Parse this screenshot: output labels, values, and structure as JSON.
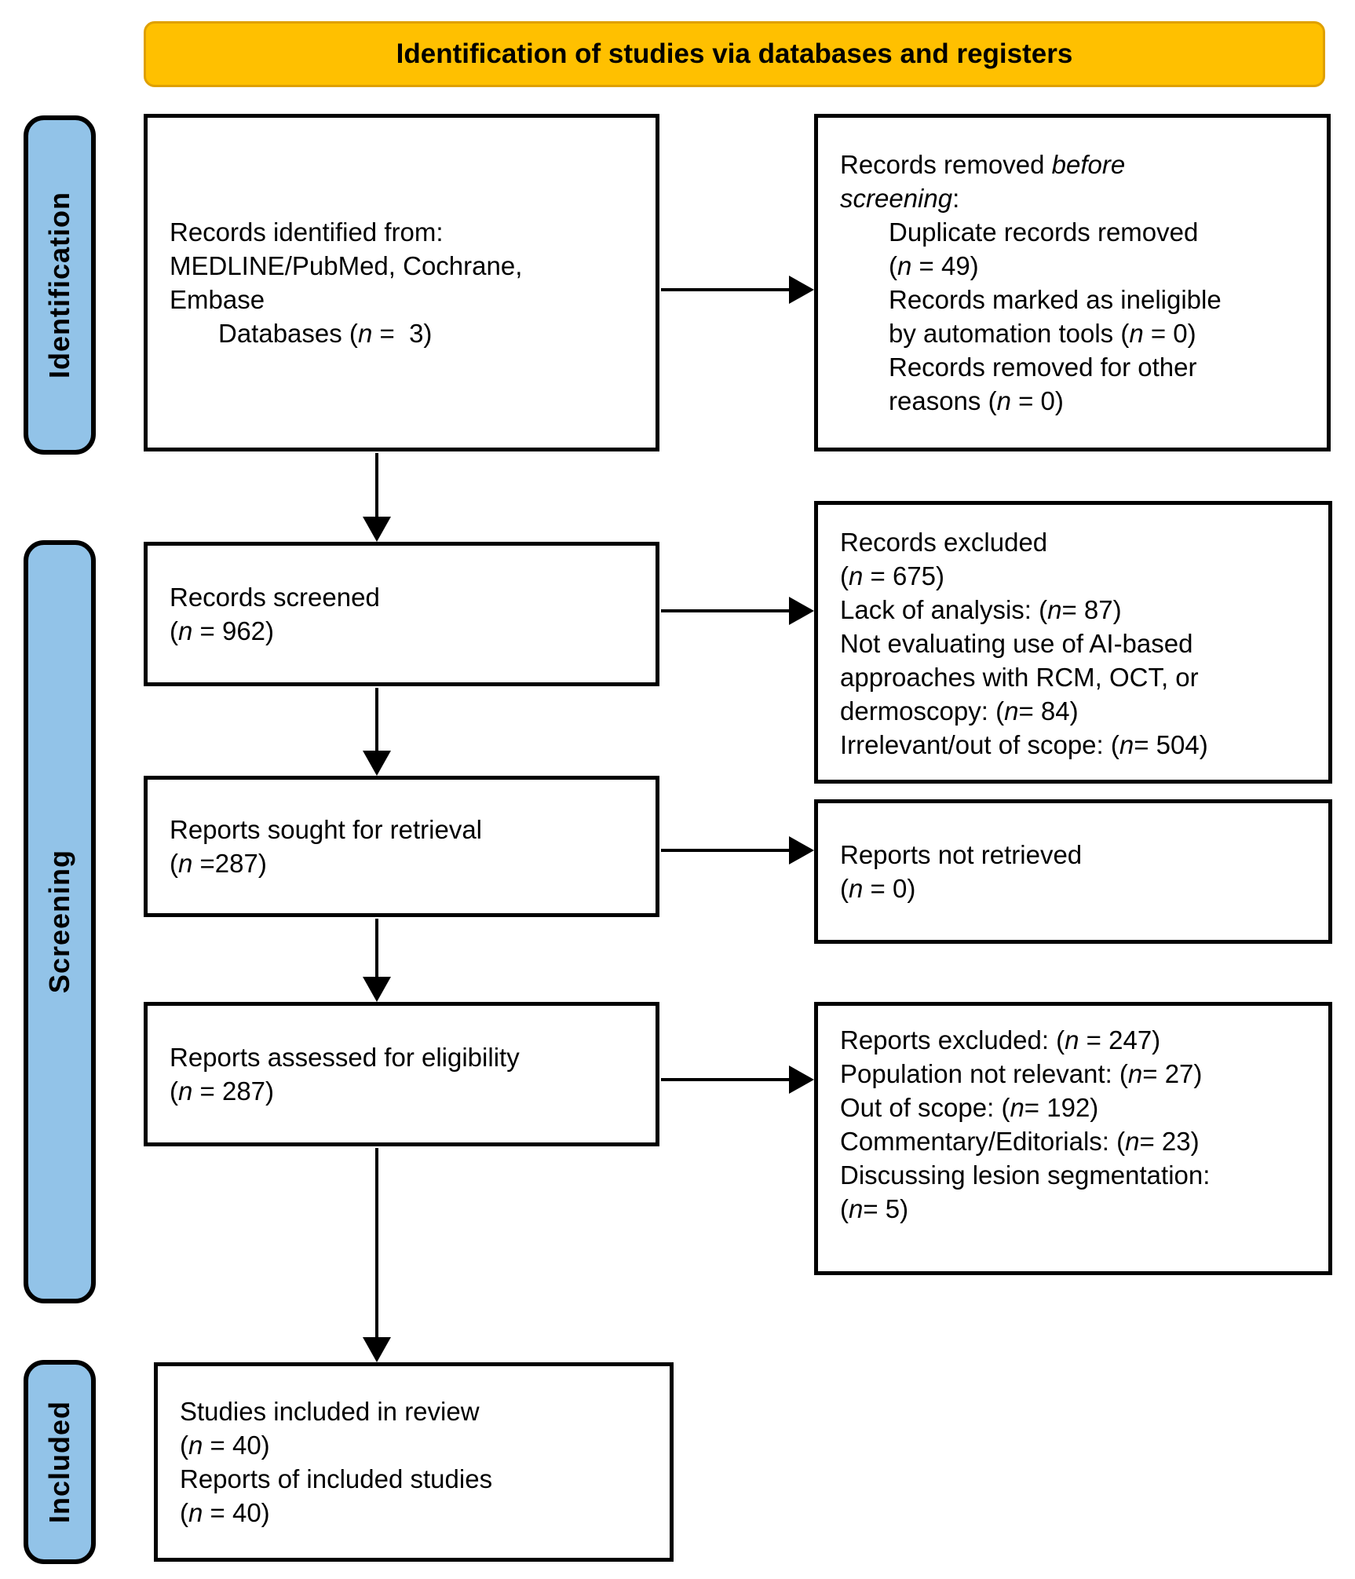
{
  "header": {
    "title": "Identification of studies via databases and registers"
  },
  "stages": [
    {
      "label": "Identification"
    },
    {
      "label": "Screening"
    },
    {
      "label": "Included"
    }
  ],
  "colors": {
    "banner_bg": "#FFC000",
    "banner_border": "#DFA000",
    "stage_bg": "#92C3E8",
    "stage_border": "#000000",
    "box_bg": "#FFFFFF",
    "box_border": "#000000",
    "arrow": "#000000",
    "text": "#000000"
  },
  "boxes": [
    {
      "id": "records-identified",
      "lines": [
        {
          "segments": [
            {
              "t": "Records identified from:"
            }
          ]
        },
        {
          "segments": [
            {
              "t": "MEDLINE/PubMed, Cochrane,"
            }
          ]
        },
        {
          "segments": [
            {
              "t": "Embase"
            }
          ]
        },
        {
          "indent": true,
          "segments": [
            {
              "t": "Databases ("
            },
            {
              "t": "n",
              "i": true
            },
            {
              "t": " =  3)"
            }
          ]
        }
      ]
    },
    {
      "id": "records-removed",
      "lines": [
        {
          "segments": [
            {
              "t": "Records removed "
            },
            {
              "t": "before",
              "i": true
            }
          ]
        },
        {
          "segments": [
            {
              "t": "screening",
              "i": true
            },
            {
              "t": ":"
            }
          ]
        },
        {
          "indent": true,
          "segments": [
            {
              "t": "Duplicate records removed"
            }
          ]
        },
        {
          "indent": true,
          "segments": [
            {
              "t": "("
            },
            {
              "t": "n",
              "i": true
            },
            {
              "t": " = 49)"
            }
          ]
        },
        {
          "indent": true,
          "segments": [
            {
              "t": "Records marked as ineligible"
            }
          ]
        },
        {
          "indent": true,
          "segments": [
            {
              "t": "by automation tools ("
            },
            {
              "t": "n",
              "i": true
            },
            {
              "t": " = 0)"
            }
          ]
        },
        {
          "indent": true,
          "segments": [
            {
              "t": "Records removed for other"
            }
          ]
        },
        {
          "indent": true,
          "segments": [
            {
              "t": "reasons ("
            },
            {
              "t": "n",
              "i": true
            },
            {
              "t": " = 0)"
            }
          ]
        }
      ]
    },
    {
      "id": "records-screened",
      "lines": [
        {
          "segments": [
            {
              "t": "Records screened"
            }
          ]
        },
        {
          "segments": [
            {
              "t": "("
            },
            {
              "t": "n",
              "i": true
            },
            {
              "t": " = 962)"
            }
          ]
        }
      ]
    },
    {
      "id": "records-excluded",
      "lines": [
        {
          "segments": [
            {
              "t": "Records excluded"
            }
          ]
        },
        {
          "segments": [
            {
              "t": "("
            },
            {
              "t": "n",
              "i": true
            },
            {
              "t": " = 675)"
            }
          ]
        },
        {
          "segments": [
            {
              "t": "Lack of analysis: ("
            },
            {
              "t": "n",
              "i": true
            },
            {
              "t": "= 87)"
            }
          ]
        },
        {
          "segments": [
            {
              "t": "Not evaluating use of AI-based"
            }
          ]
        },
        {
          "segments": [
            {
              "t": "approaches with RCM, OCT, or"
            }
          ]
        },
        {
          "segments": [
            {
              "t": "dermoscopy: ("
            },
            {
              "t": "n",
              "i": true
            },
            {
              "t": "= 84)"
            }
          ]
        },
        {
          "segments": [
            {
              "t": "Irrelevant/out of scope: ("
            },
            {
              "t": "n",
              "i": true
            },
            {
              "t": "= 504)"
            }
          ]
        }
      ]
    },
    {
      "id": "reports-sought",
      "lines": [
        {
          "segments": [
            {
              "t": "Reports sought for retrieval"
            }
          ]
        },
        {
          "segments": [
            {
              "t": "("
            },
            {
              "t": "n",
              "i": true
            },
            {
              "t": " =287)"
            }
          ]
        }
      ]
    },
    {
      "id": "reports-not-retrieved",
      "lines": [
        {
          "segments": [
            {
              "t": "Reports not retrieved"
            }
          ]
        },
        {
          "segments": [
            {
              "t": "("
            },
            {
              "t": "n",
              "i": true
            },
            {
              "t": " = 0)"
            }
          ]
        }
      ]
    },
    {
      "id": "reports-assessed",
      "lines": [
        {
          "segments": [
            {
              "t": "Reports assessed for eligibility"
            }
          ]
        },
        {
          "segments": [
            {
              "t": "("
            },
            {
              "t": "n",
              "i": true
            },
            {
              "t": " = 287)"
            }
          ]
        }
      ]
    },
    {
      "id": "reports-excluded",
      "lines": [
        {
          "segments": [
            {
              "t": "Reports excluded: ("
            },
            {
              "t": "n",
              "i": true
            },
            {
              "t": " = 247)"
            }
          ]
        },
        {
          "segments": [
            {
              "t": "Population not relevant: ("
            },
            {
              "t": "n",
              "i": true
            },
            {
              "t": "= 27)"
            }
          ]
        },
        {
          "segments": [
            {
              "t": "Out of scope: ("
            },
            {
              "t": "n",
              "i": true
            },
            {
              "t": "= 192)"
            }
          ]
        },
        {
          "segments": [
            {
              "t": "Commentary/Editorials: ("
            },
            {
              "t": "n",
              "i": true
            },
            {
              "t": "= 23)"
            }
          ]
        },
        {
          "segments": [
            {
              "t": "Discussing lesion segmentation:"
            }
          ]
        },
        {
          "segments": [
            {
              "t": "("
            },
            {
              "t": "n",
              "i": true
            },
            {
              "t": "= 5)"
            }
          ]
        }
      ]
    },
    {
      "id": "studies-included",
      "lines": [
        {
          "segments": [
            {
              "t": "Studies included in review"
            }
          ]
        },
        {
          "segments": [
            {
              "t": "("
            },
            {
              "t": "n",
              "i": true
            },
            {
              "t": " = 40)"
            }
          ]
        },
        {
          "segments": [
            {
              "t": "Reports of included studies"
            }
          ]
        },
        {
          "segments": [
            {
              "t": "("
            },
            {
              "t": "n",
              "i": true
            },
            {
              "t": " = 40)"
            }
          ]
        }
      ]
    }
  ]
}
